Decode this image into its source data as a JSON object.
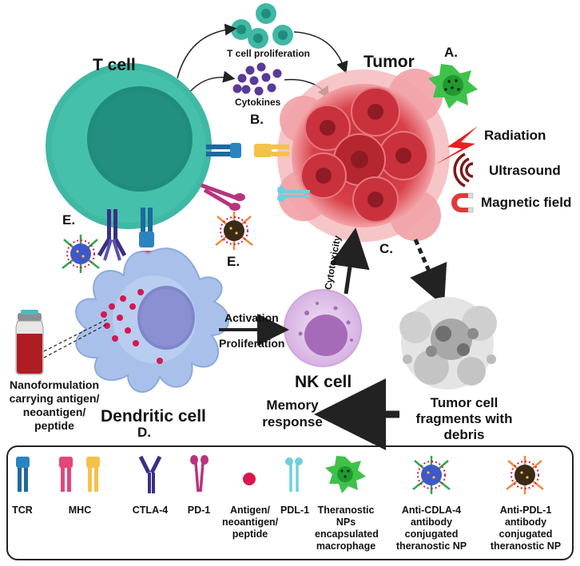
{
  "labels": {
    "t_cell": "T cell",
    "t_cell_proliferation": "T cell proliferation",
    "cytokines": "Cytokines",
    "tumor": "Tumor",
    "label_a": "A.",
    "label_b": "B.",
    "label_c": "C.",
    "label_d": "D.",
    "label_e_left": "E.",
    "label_e_mid": "E.",
    "radiation": "Radiation",
    "ultrasound": "Ultrasound",
    "magnetic_field": "Magnetic field",
    "cytotoxicity": "Cytotoxicity",
    "activation": "Activation",
    "proliferation": "Proliferation",
    "nk_cell": "NK cell",
    "nanoformulation": "Nanoformulation\ncarrying antigen/\nneoantigen/\npeptide",
    "dendritic_cell": "Dendritic cell",
    "memory_response": "Memory\nresponse",
    "tumor_fragments": "Tumor cell\nfragments with\ndebris"
  },
  "legend": [
    {
      "label": "TCR"
    },
    {
      "label": "MHC"
    },
    {
      "label": "CTLA-4"
    },
    {
      "label": "PD-1"
    },
    {
      "label": "Antigen/\nneoantigen/\npeptide"
    },
    {
      "label": "PDL-1"
    },
    {
      "label": "Theranostic\nNPs\nencapsulated\nmacrophage"
    },
    {
      "label": "Anti-CDLA-4\nantibody\nconjugated\ntheranostic NP"
    },
    {
      "label": "Anti-PDL-1\nantibody\nconjugated\ntheranostic NP"
    }
  ],
  "colors": {
    "t_cell": "#3fb8a4",
    "t_cell_nucleus": "#1f8c7c",
    "tumor": "#d9414a",
    "tumor_light": "#f2a1a6",
    "dendritic": "#a9c1ea",
    "dendritic_nucleus": "#7f86c9",
    "nk_cell": "#e3c8ec",
    "nk_nucleus": "#a66bb8",
    "tcr": "#1d6a9e",
    "mhc_pink": "#e4467a",
    "mhc_yellow": "#f4c24a",
    "ctla4": "#3a2f86",
    "pd1": "#b8337e",
    "antigen": "#d6184f",
    "pdl1": "#6fd0dc",
    "macrophage": "#3ec24a",
    "radiation": "#e82020",
    "ultrasound": "#7a1a1a",
    "arrow": "#222222"
  }
}
